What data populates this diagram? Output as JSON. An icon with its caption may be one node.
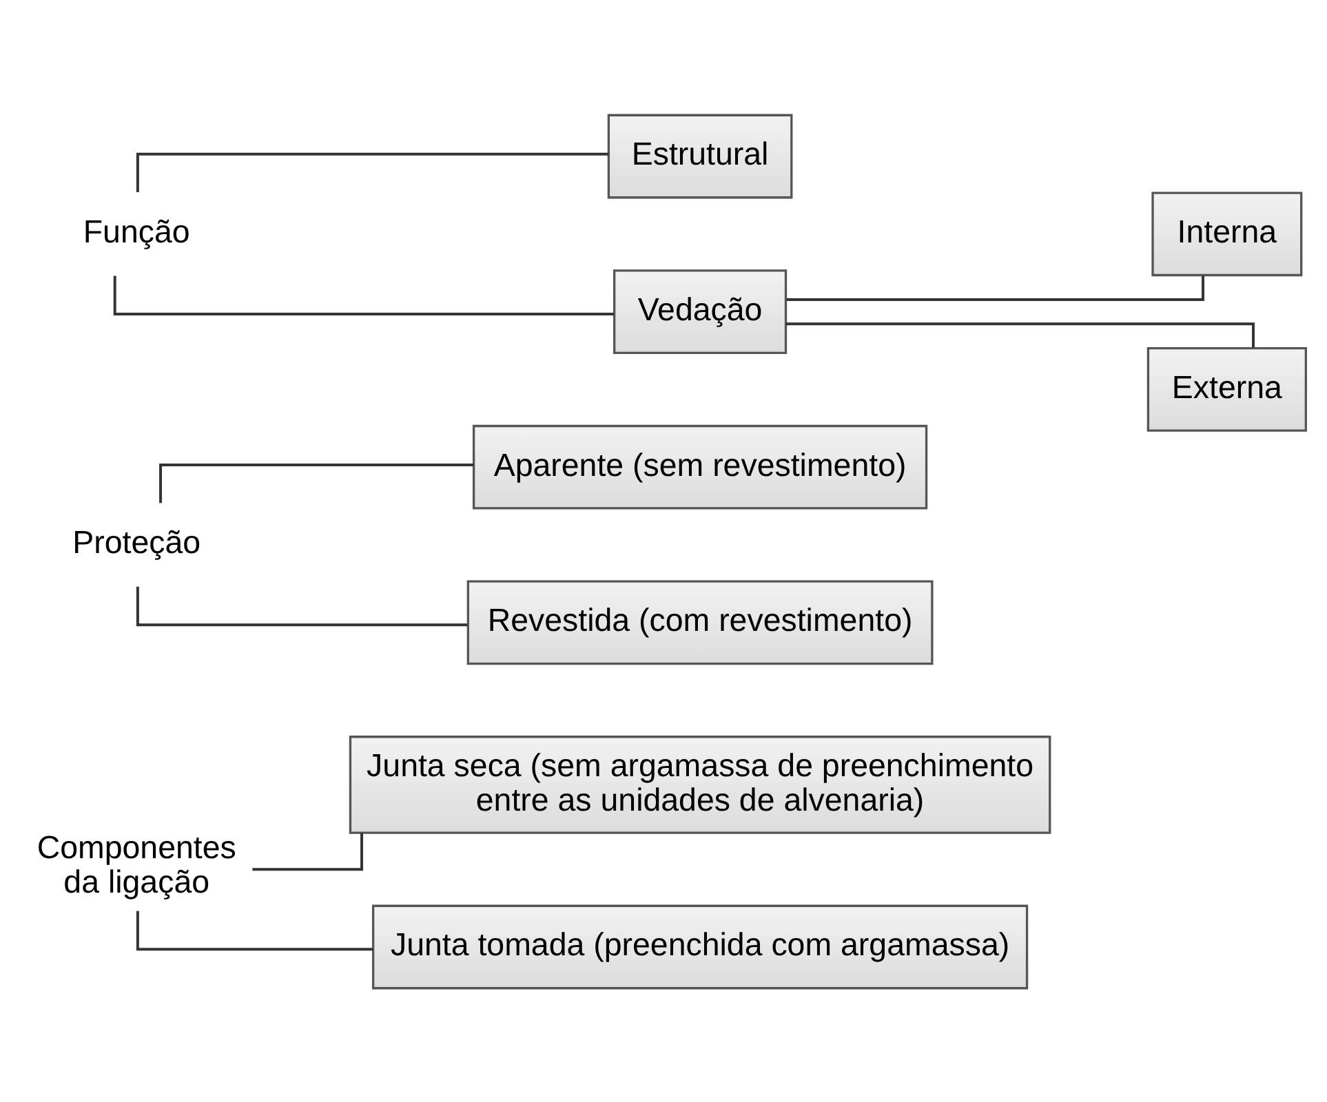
{
  "diagram": {
    "nodes": [
      {
        "text": [
          "Componentes da ligação"
        ]
      },
      {
        "text": [
          "Junta seca (sem argamassa de preenchimento entre as unidades de alvenaria)"
        ]
      },
      {
        "text": [
          "Junta tomada (preenchida com argamassa)"
        ]
      },
      {
        "text": [
          "Proteção"
        ]
      },
      {
        "text": [
          "Aparente (sem revestimento)"
        ]
      },
      {
        "text": [
          "Revestida (com revestimento)"
        ]
      },
      {
        "text": [
          "Função"
        ]
      },
      {
        "text": [
          "Estrutural"
        ]
      },
      {
        "text": [
          "Vedação"
        ]
      },
      {
        "text": [
          "Interna"
        ]
      },
      {
        "text": [
          "Externa"
        ]
      }
    ],
    "edges": [
      {
        "from": 0,
        "to": 1,
        "arrow": "none"
      },
      {
        "from": 0,
        "to": 2,
        "arrow": "none"
      },
      {
        "from": 3,
        "to": 4,
        "arrow": "none"
      },
      {
        "from": 3,
        "to": 5,
        "arrow": "none"
      },
      {
        "from": 6,
        "to": 7,
        "arrow": "none"
      },
      {
        "from": 6,
        "to": 8,
        "arrow": "none"
      },
      {
        "from": 8,
        "to": 9,
        "arrow": "none"
      },
      {
        "from": 8,
        "to": 10,
        "arrow": "none"
      }
    ]
  }
}
